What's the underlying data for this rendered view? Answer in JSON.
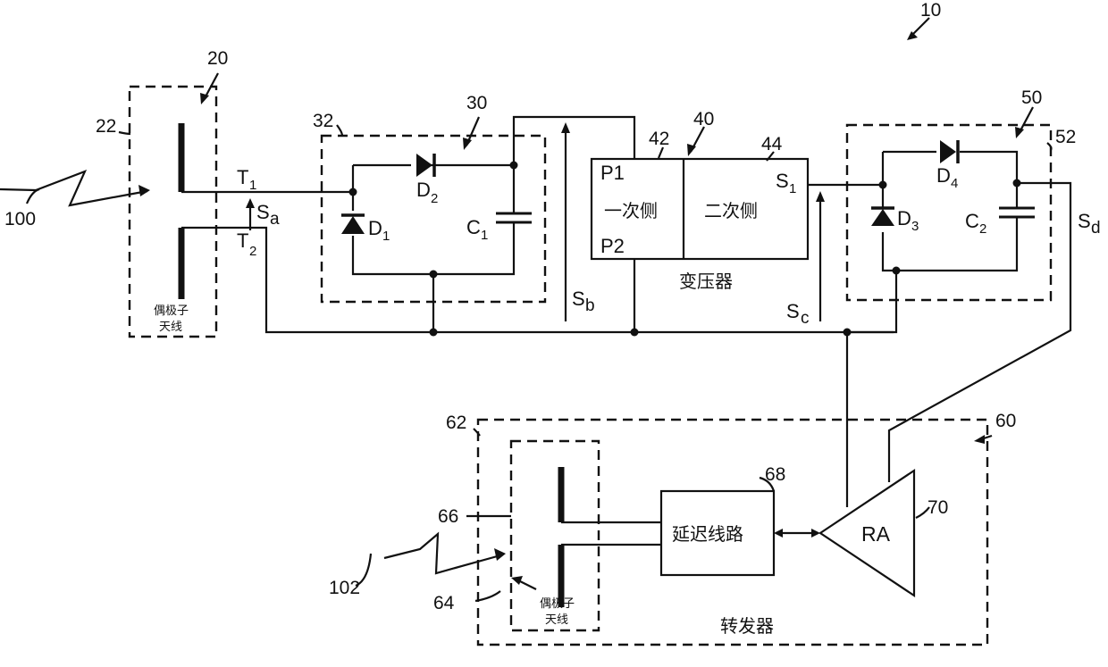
{
  "refs": {
    "r10": "10",
    "r20": "20",
    "r22": "22",
    "r30": "30",
    "r32": "32",
    "r40": "40",
    "r42": "42",
    "r44": "44",
    "r50": "50",
    "r52": "52",
    "r60": "60",
    "r62": "62",
    "r64": "64",
    "r66": "66",
    "r68": "68",
    "r70": "70",
    "r100": "100",
    "r102": "102"
  },
  "terminals": {
    "t1": "T",
    "t1_sub": "1",
    "t2": "T",
    "t2_sub": "2",
    "p1": "P1",
    "p2": "P2",
    "s1": "S",
    "s1_sub": "1"
  },
  "signals": {
    "sa": "S",
    "sa_sub": "a",
    "sb": "S",
    "sb_sub": "b",
    "sc": "S",
    "sc_sub": "c",
    "sd": "S",
    "sd_sub": "d"
  },
  "components": {
    "d1": "D",
    "d1_sub": "1",
    "d2": "D",
    "d2_sub": "2",
    "d3": "D",
    "d3_sub": "3",
    "d4": "D",
    "d4_sub": "4",
    "c1": "C",
    "c1_sub": "1",
    "c2": "C",
    "c2_sub": "2"
  },
  "blocks": {
    "primary": "一次侧",
    "secondary": "二次侧",
    "transformer": "变压器",
    "antenna_line1": "偶极子",
    "antenna_line2": "天线",
    "antenna2_line1": "偶极子",
    "antenna2_line2": "天线",
    "delay_line": "延迟线路",
    "ra": "RA",
    "transponder": "转发器"
  }
}
